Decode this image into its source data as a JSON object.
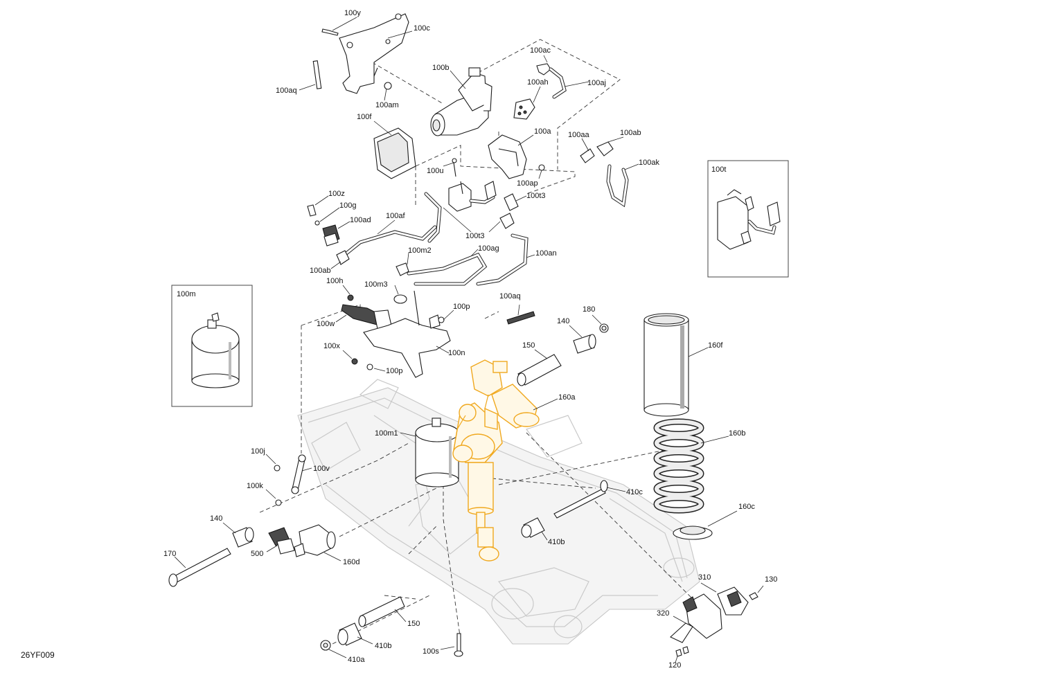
{
  "diagram_code": "26YF009",
  "labels": {
    "l100y": "100y",
    "l100c": "100c",
    "l100aq_top": "100aq",
    "l100am": "100am",
    "l100b": "100b",
    "l100ac": "100ac",
    "l100ah": "100ah",
    "l100aj": "100aj",
    "l100f": "100f",
    "l100a": "100a",
    "l100aa": "100aa",
    "l100ab_top": "100ab",
    "l100ak": "100ak",
    "l100u": "100u",
    "l100ap": "100ap",
    "l100t3_a": "100t3",
    "l100t3_b": "100t3",
    "l100z": "100z",
    "l100g": "100g",
    "l100ad": "100ad",
    "l100af": "100af",
    "l100ab_mid": "100ab",
    "l100m2": "100m2",
    "l100ag": "100ag",
    "l100an": "100an",
    "l100h": "100h",
    "l100m3": "100m3",
    "l100aq_mid": "100aq",
    "l100p_a": "100p",
    "l100w": "100w",
    "l100n": "100n",
    "l100x": "100x",
    "l100p_b": "100p",
    "l140_top": "140",
    "l180": "180",
    "l150_top": "150",
    "l160f": "160f",
    "l160a": "160a",
    "l100m1": "100m1",
    "l160b": "160b",
    "l100j": "100j",
    "l100v": "100v",
    "l100k": "100k",
    "l410c": "410c",
    "l160c": "160c",
    "l140_bot": "140",
    "l410b_mid": "410b",
    "l500": "500",
    "l170": "170",
    "l160d": "160d",
    "l310": "310",
    "l130": "130",
    "l320": "320",
    "l150_bot": "150",
    "l410b_bot": "410b",
    "l100s": "100s",
    "l410a": "410a",
    "l120": "120",
    "l100t_box": "100t",
    "l100m_box": "100m"
  },
  "icons": [
    "screw-icon",
    "nut-icon",
    "bracket-icon",
    "motor-icon",
    "shock-absorber-icon",
    "coil-spring-icon",
    "hose-icon"
  ],
  "colors": {
    "highlight": "#f0a81e",
    "ghost": "#c9c9c9",
    "line": "#1a1a1a"
  }
}
